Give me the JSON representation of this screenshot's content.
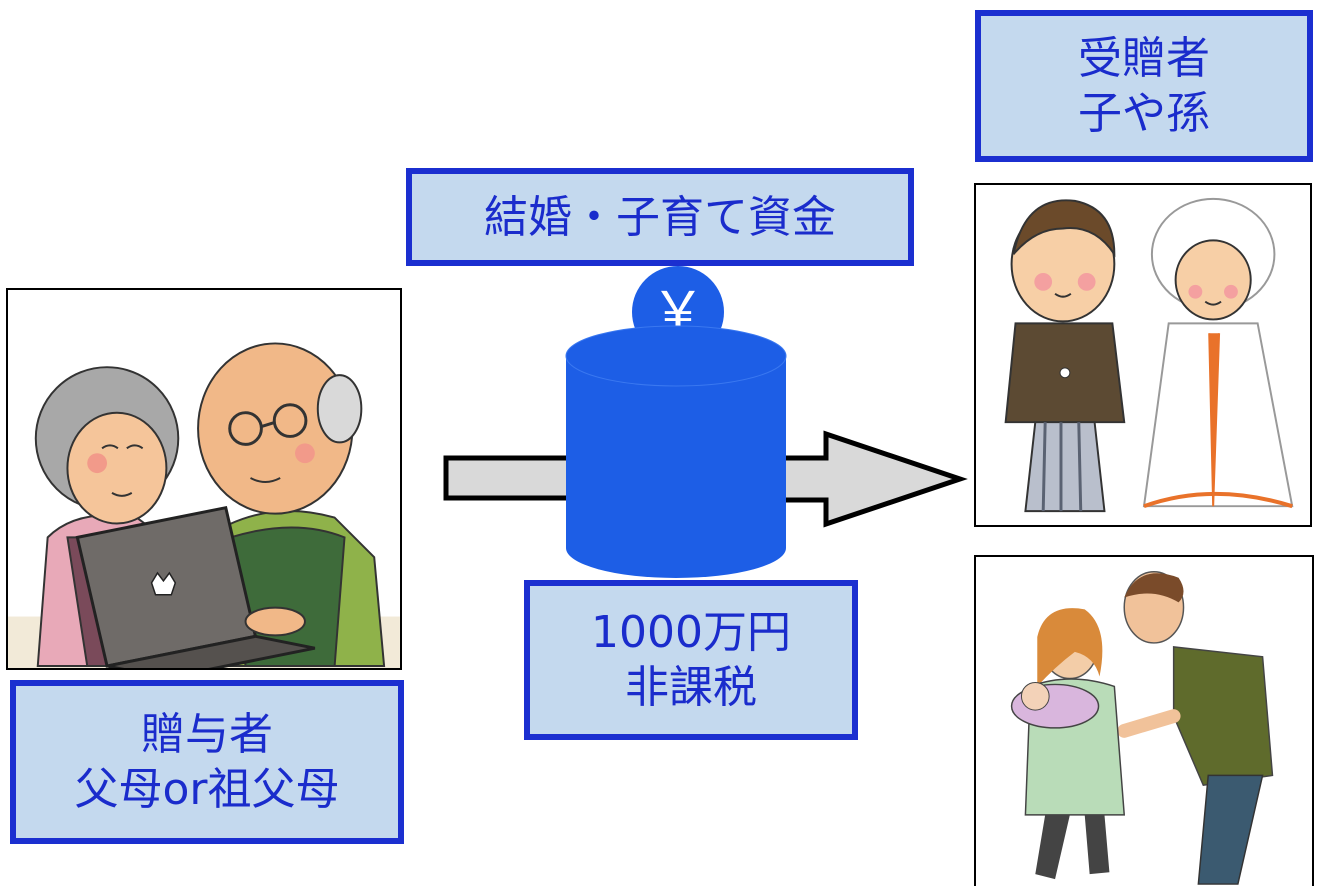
{
  "recipient": {
    "line1": "受贈者",
    "line2": "子や孫"
  },
  "purpose": {
    "label": "結婚・子育て資金"
  },
  "amount": {
    "line1": "1000万円",
    "line2": "非課税"
  },
  "donor": {
    "line1": "贈与者",
    "line2": "父母or祖父母"
  },
  "coin": {
    "symbol": "￥"
  },
  "colors": {
    "box_fill": "#c4d9ee",
    "box_border": "#1b2fd0",
    "text": "#1a2ccc",
    "fund_cylinder": "#1d5ee6",
    "arrow_fill": "#d9d9d9"
  },
  "illustrations": {
    "donor": "elderly-couple-using-laptop",
    "recipient_wedding": "wedding-couple-kimono",
    "recipient_family": "young-parents-with-baby"
  }
}
